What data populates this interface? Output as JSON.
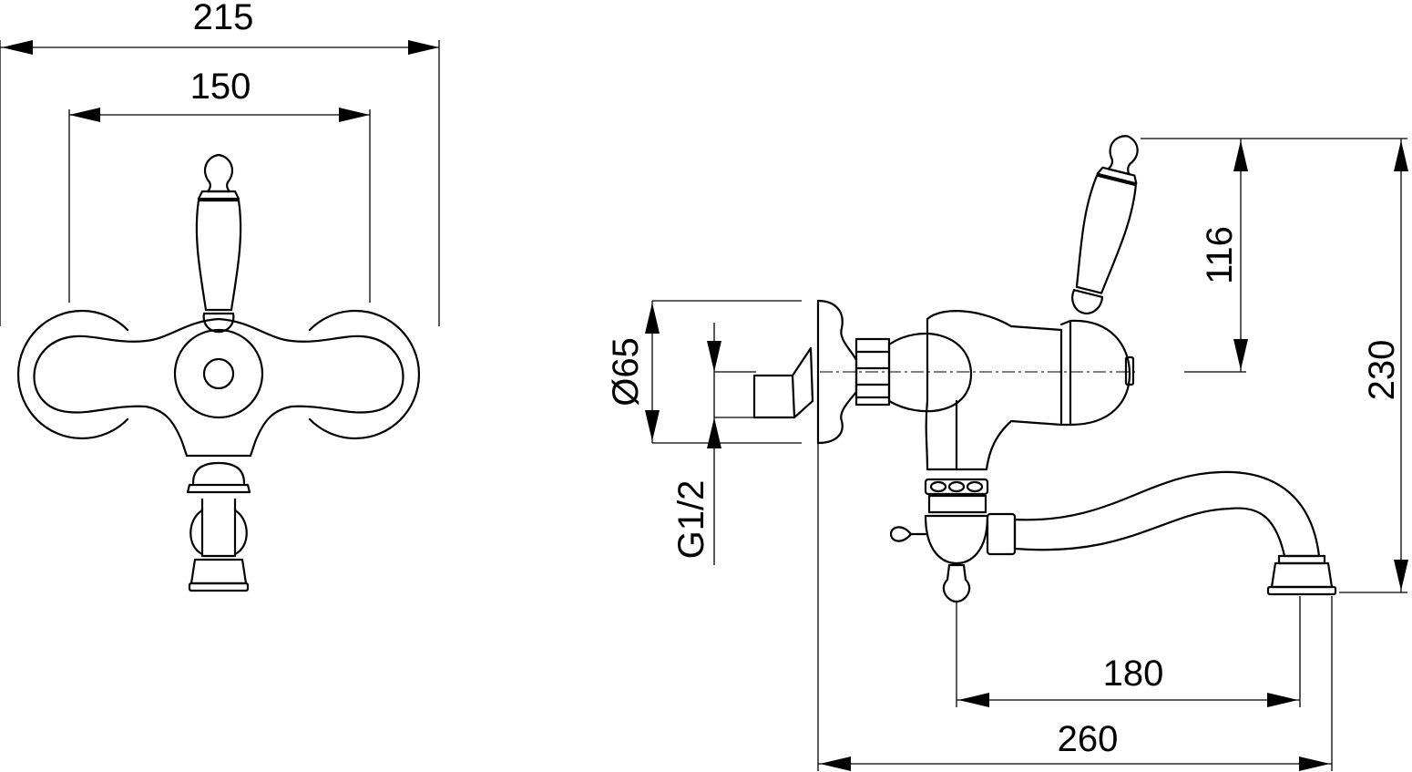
{
  "dimensions": {
    "overall_width": "215",
    "center_distance": "150",
    "handle_height": "116",
    "total_height": "230",
    "body_diameter": "Ø65",
    "thread": "G1/2",
    "spout_reach": "180",
    "total_depth": "260"
  },
  "colors": {
    "line": "#000000",
    "background": "#ffffff"
  }
}
